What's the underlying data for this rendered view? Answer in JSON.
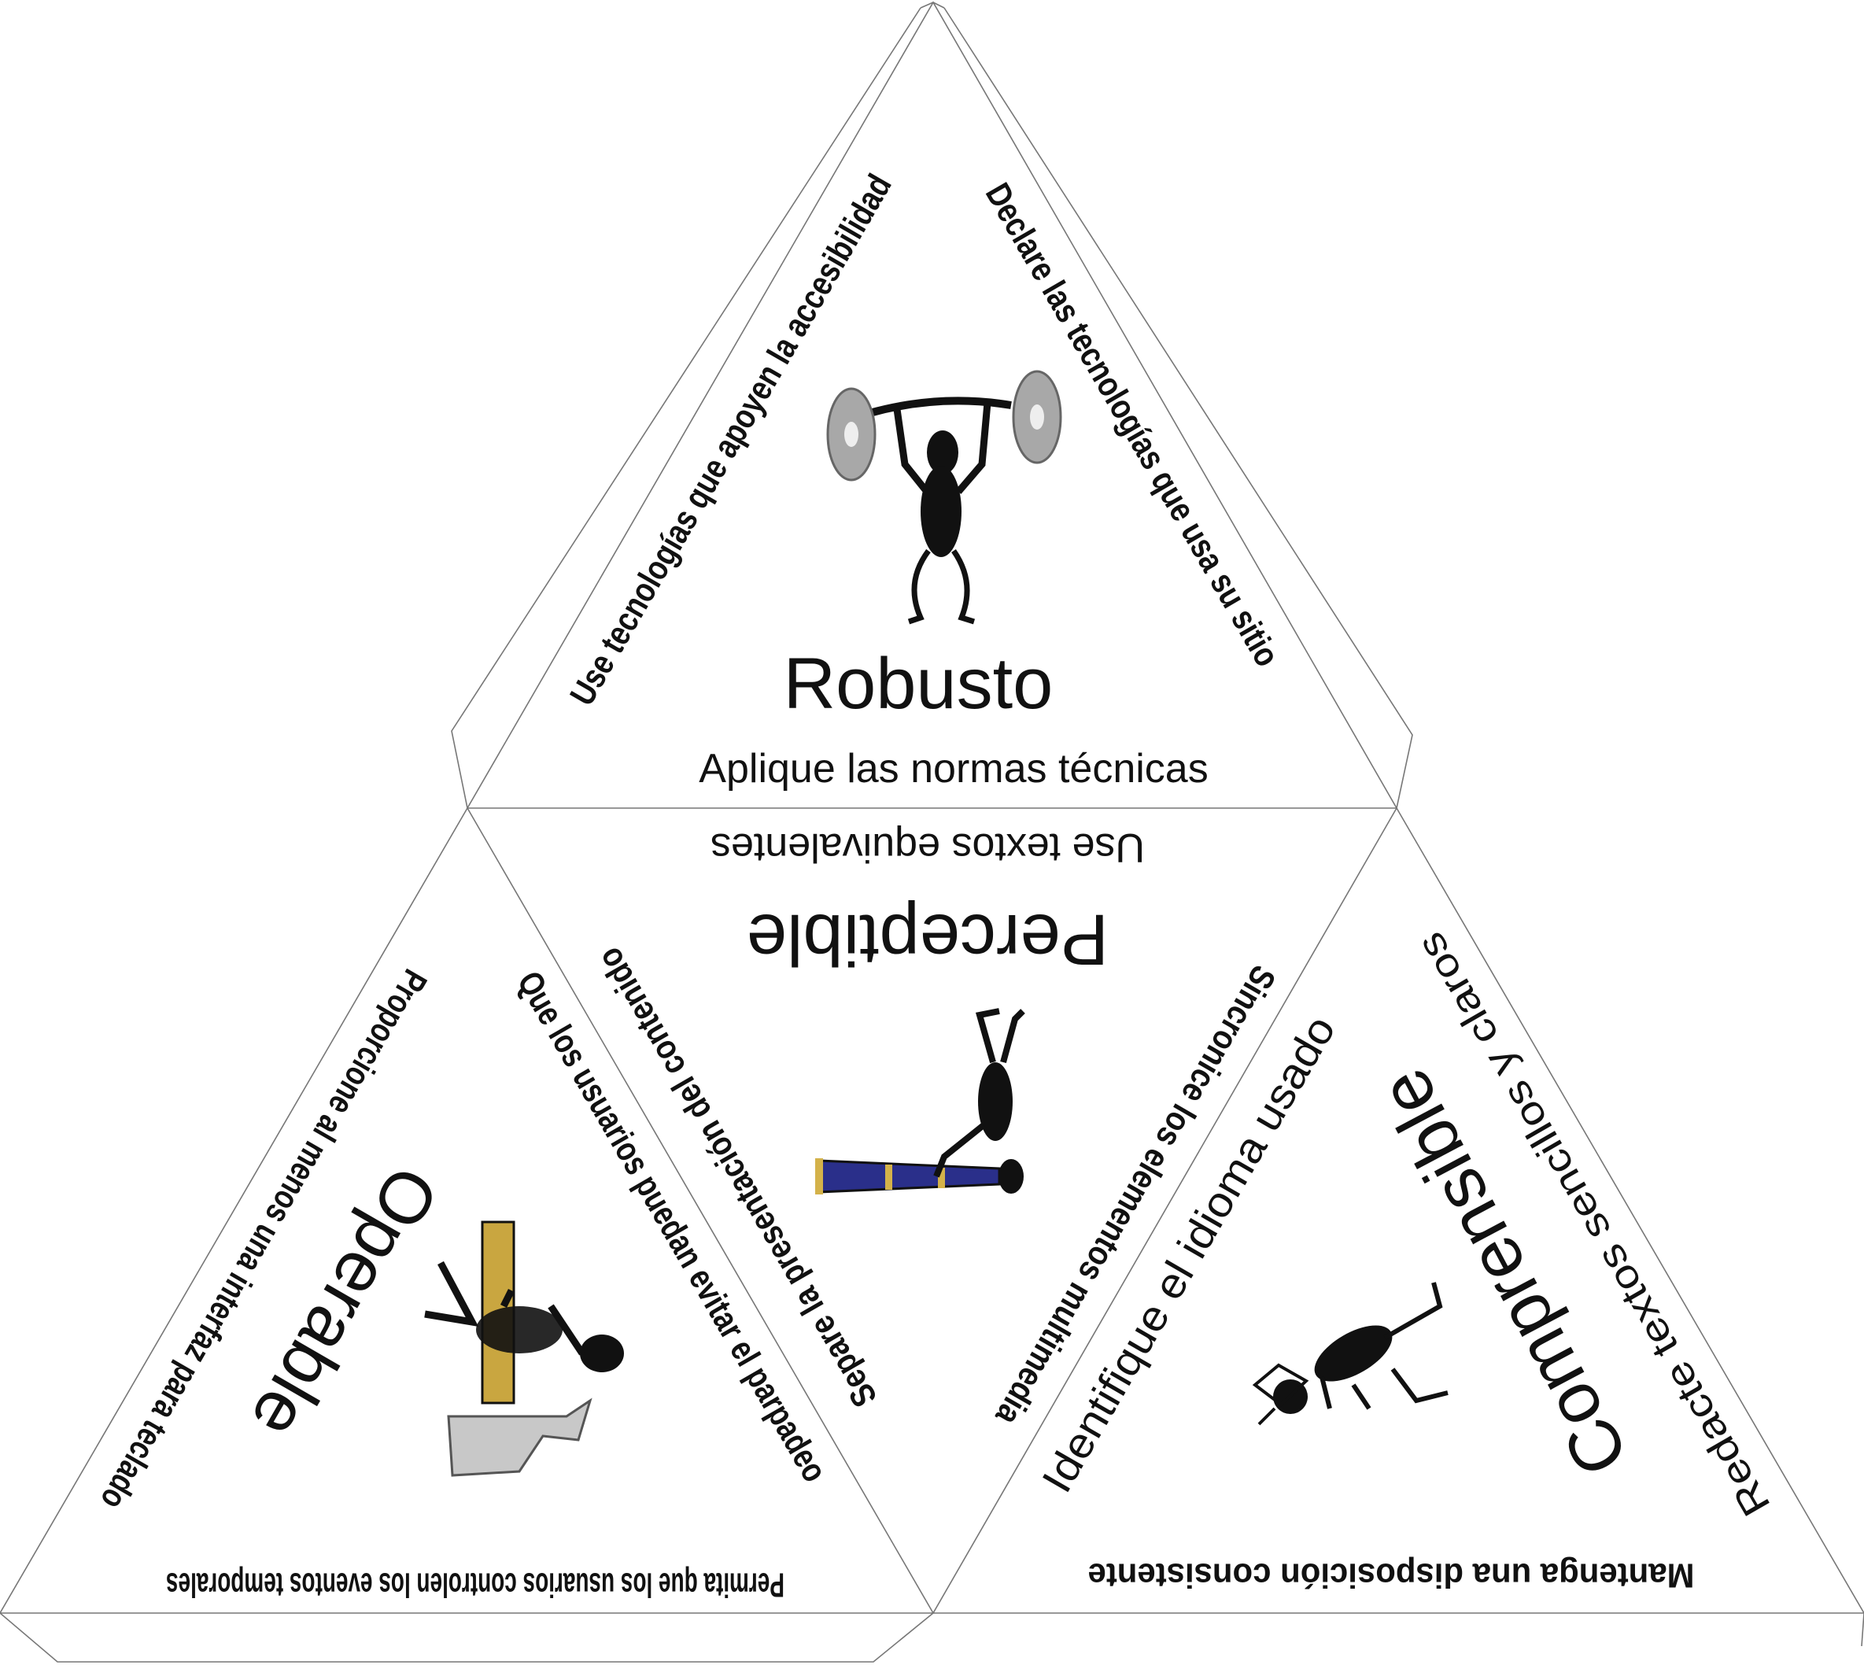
{
  "faces": {
    "robusto": {
      "title": "Robusto",
      "subtitle": "Aplique las normas técnicas",
      "left_edge": "Use tecnologías que apoyen la accesibilidad",
      "right_edge": "Declare las tecnologías que usa su sitio"
    },
    "perceptible": {
      "title": "Perceptible",
      "subtitle": "Use textos equivalentes",
      "left_edge": "Separe la presentación del contenido",
      "right_edge": "Sincronice los elementos multimedia"
    },
    "operable": {
      "title": "Operable",
      "bottom_edge": "Permita que los usuarios controlen los eventos temporales",
      "left_edge": "Proporcione al menos una interfaz para teclado",
      "right_edge": "Que los usuarios puedan evitar el parpadeo"
    },
    "comprensible": {
      "title": "Comprensible",
      "bottom_edge": "Mantenga una disposición consistente",
      "left_edge": "Identifique el idioma usado",
      "right_edge": "Redacte textos sencillos y claros"
    }
  },
  "colors": {
    "line": "#777777",
    "plate": "#a8a8a8",
    "horn": "#2a2f8a",
    "horn_ring": "#d4b24a",
    "hammer_handle": "#c9a640"
  }
}
